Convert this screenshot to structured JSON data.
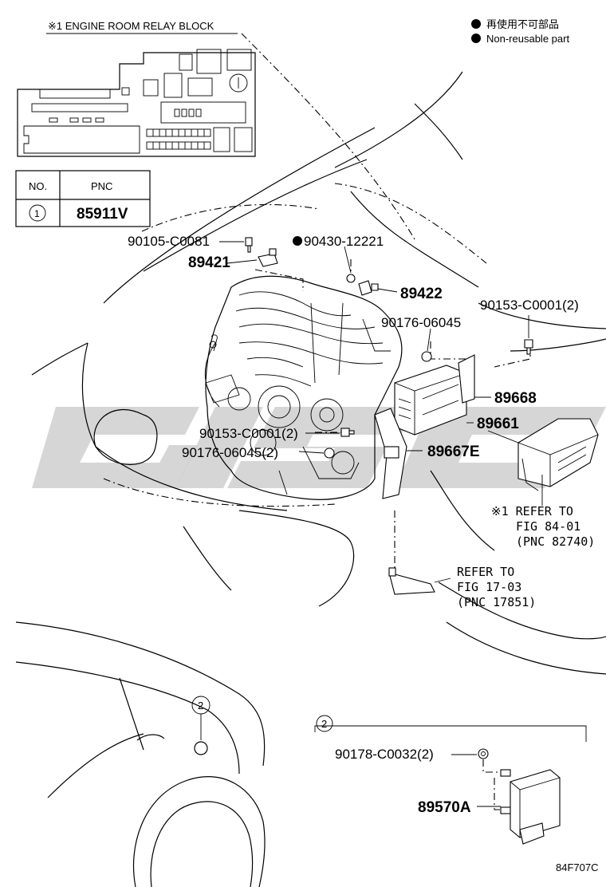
{
  "legend": {
    "jp": "再使用不可部品",
    "en": "Non-reusable part"
  },
  "relay_block": {
    "title": "※1 ENGINE ROOM RELAY BLOCK"
  },
  "pnc_table": {
    "col_no": "NO.",
    "col_pnc": "PNC",
    "row_no": "1",
    "row_pnc": "85911V"
  },
  "parts": {
    "p90105": "90105-C0081",
    "p89421": "89421",
    "p90430": "90430-12221",
    "p89422": "89422",
    "p90153a": "90153-C0001(2)",
    "p90176a": "90176-06045",
    "p89668": "89668",
    "p89661": "89661",
    "p90153b": "90153-C0001(2)",
    "p90176b": "90176-06045(2)",
    "p89667e": "89667E",
    "p90178": "90178-C0032(2)",
    "p89570a": "89570A"
  },
  "refs": {
    "r1_l1": "※1 REFER TO",
    "r1_l2": "FIG 84-01",
    "r1_l3": "(PNC 82740)",
    "r2_l1": "REFER TO",
    "r2_l2": "FIG 17-03",
    "r2_l3": "(PNC 17851)"
  },
  "callouts": {
    "c2_car": "2",
    "c2_box": "2",
    "c1_table": "1"
  },
  "figure_code": "84F707C"
}
